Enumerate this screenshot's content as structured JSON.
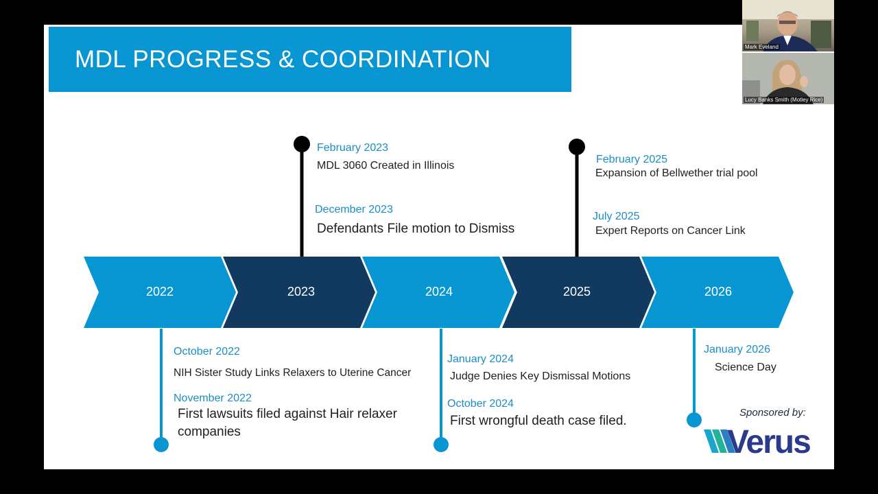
{
  "slide": {
    "title": "MDL PROGRESS & COORDINATION",
    "accent_color": "#0896d3",
    "dark_color": "#123a61"
  },
  "timeline": {
    "years": [
      "2022",
      "2023",
      "2024",
      "2025",
      "2026"
    ],
    "events": [
      {
        "id": "feb-2023",
        "date": "February 2023",
        "text": "MDL 3060 Created in Illinois"
      },
      {
        "id": "dec-2023",
        "date": "December 2023",
        "text": "Defendants File motion to Dismiss"
      },
      {
        "id": "feb-2025",
        "date": "February 2025",
        "text": "Expansion of Bellwether trial pool"
      },
      {
        "id": "jul-2025",
        "date": "July 2025",
        "text": "Expert Reports on Cancer Link"
      },
      {
        "id": "oct-2022",
        "date": "October 2022",
        "text": "NIH Sister Study Links Relaxers to Uterine Cancer"
      },
      {
        "id": "nov-2022",
        "date": "November 2022",
        "text": "First lawsuits filed against Hair relaxer",
        "text2": "companies"
      },
      {
        "id": "jan-2024",
        "date": "January 2024",
        "text": "Judge Denies Key Dismissal Motions"
      },
      {
        "id": "oct-2024",
        "date": "October 2024",
        "text": "First wrongful death case filed."
      },
      {
        "id": "jan-2026",
        "date": "January 2026",
        "text": "Science Day"
      }
    ]
  },
  "sponsor": {
    "label": "Sponsored by:",
    "logo_text": "Verus",
    "logo_color": "#2b3a8c"
  },
  "participants": [
    {
      "name": "Mark Eveland"
    },
    {
      "name": "Lucy Banks Smith (Motley Rice)"
    }
  ]
}
